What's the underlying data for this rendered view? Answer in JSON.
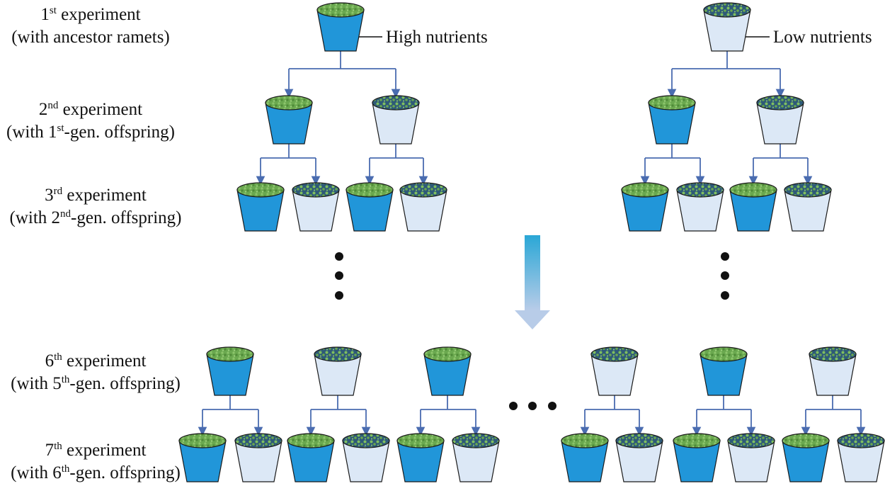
{
  "labels": {
    "exp1_prefix": "1",
    "exp1_sup": "st",
    "exp1_title": " experiment",
    "exp1_sub": "(with ancestor ramets)",
    "exp2_prefix": "2",
    "exp2_sup": "nd",
    "exp2_title": " experiment",
    "exp2_sub_a": "(with 1",
    "exp2_sub_sup": "st",
    "exp2_sub_b": "-gen. offspring)",
    "exp3_prefix": "3",
    "exp3_sup": "rd",
    "exp3_title": " experiment",
    "exp3_sub_a": "(with 2",
    "exp3_sub_sup": "nd",
    "exp3_sub_b": "-gen. offspring)",
    "exp6_prefix": "6",
    "exp6_sup": "th",
    "exp6_title": " experiment",
    "exp6_sub_a": "(with 5",
    "exp6_sub_sup": "th",
    "exp6_sub_b": "-gen. offspring)",
    "exp7_prefix": "7",
    "exp7_sup": "th",
    "exp7_title": " experiment",
    "exp7_sub_a": "(with 6",
    "exp7_sub_sup": "th",
    "exp7_sub_b": "-gen. offspring)",
    "high": "High nutrients",
    "low": "Low nutrients"
  },
  "colors": {
    "high_fill": "#2196d9",
    "low_fill": "#dce8f6",
    "connector": "#4a6cb0",
    "plant_top": "#5f9e45",
    "plant_sparse": "#2e5a78"
  }
}
